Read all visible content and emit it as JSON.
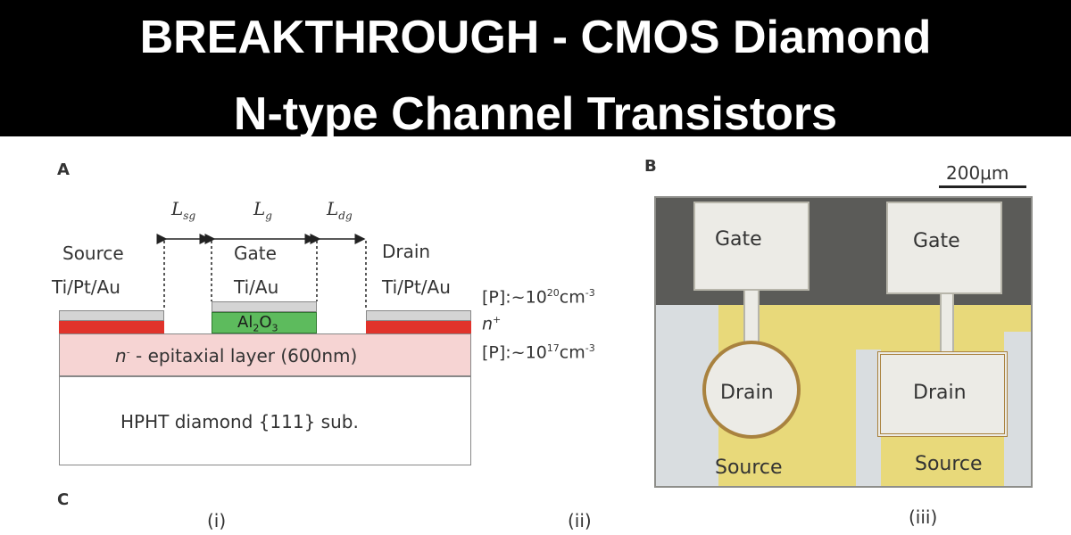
{
  "banner": {
    "line1": "BREAKTHROUGH - CMOS Diamond",
    "line2": "N-type Channel Transistors"
  },
  "panel_a": {
    "letter": "A",
    "dim_labels": {
      "l_sg": "L",
      "l_sg_sub": "sg",
      "l_g": "L",
      "l_g_sub": "g",
      "l_dg": "L",
      "l_dg_sub": "dg"
    },
    "source": {
      "name": "Source",
      "metal": "Ti/Pt/Au"
    },
    "gate": {
      "name": "Gate",
      "metal": "Ti/Au",
      "oxide": "Al",
      "oxide_sub": "2",
      "oxide_tail": "O",
      "oxide_sub2": "3"
    },
    "drain": {
      "name": "Drain",
      "metal": "Ti/Pt/Au"
    },
    "epi_layer": {
      "prefix": "n",
      "prefix_sup": "-",
      "text": " - epitaxial layer (600nm)"
    },
    "substrate": "HPHT diamond {111} sub.",
    "doping_top": {
      "text": "[P]:~10",
      "sup": "20",
      "unit": "cm",
      "unit_sup": "-3"
    },
    "n_plus": {
      "text": "n",
      "sup": "+"
    },
    "doping_bottom": {
      "text": "[P]:~10",
      "sup": "17",
      "unit": "cm",
      "unit_sup": "-3"
    },
    "colors": {
      "n_plus": "#e0332b",
      "epi": "#f6d4d3",
      "oxide": "#5dbb5d",
      "metal": "#d4d4d4"
    }
  },
  "panel_b": {
    "letter": "B",
    "scale_bar": "200μm",
    "left_device": {
      "gate": "Gate",
      "drain": "Drain",
      "source": "Source"
    },
    "right_device": {
      "gate": "Gate",
      "drain": "Drain",
      "source": "Source"
    }
  },
  "panel_c": {
    "letter": "C",
    "sub_labels": [
      "(i)",
      "(ii)",
      "(iii)"
    ]
  }
}
